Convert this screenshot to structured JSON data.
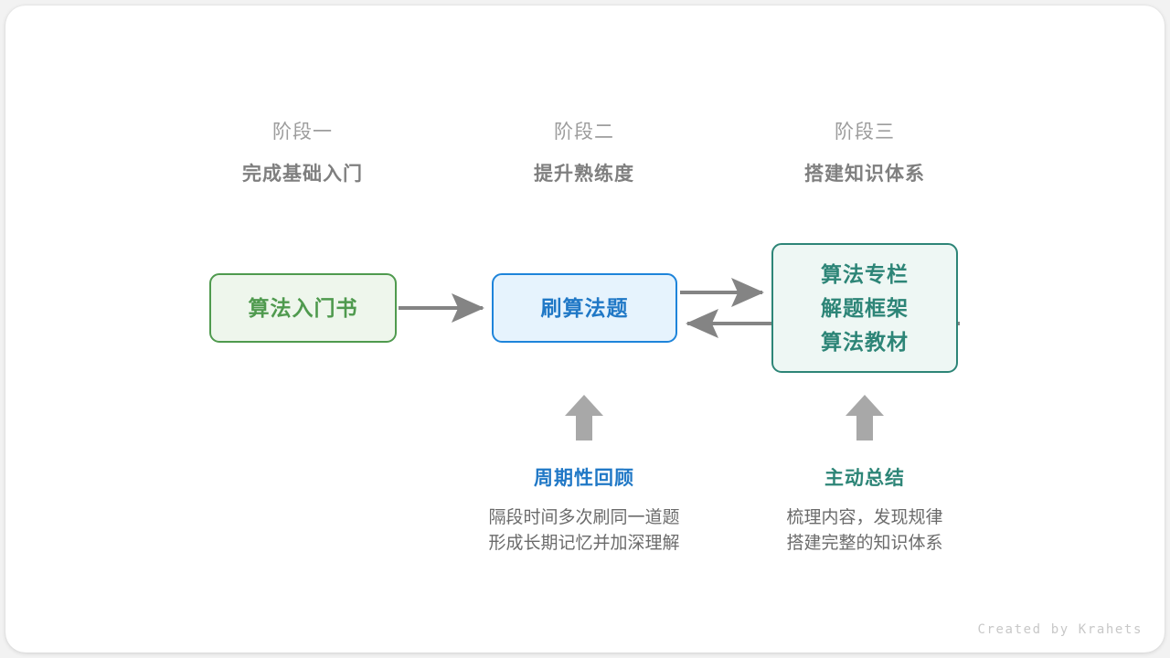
{
  "canvas": {
    "background": "#f2f2f2",
    "card_background": "#ffffff"
  },
  "stages": [
    {
      "label": "阶段一",
      "title": "完成基础入门"
    },
    {
      "label": "阶段二",
      "title": "提升熟练度"
    },
    {
      "label": "阶段三",
      "title": "搭建知识体系"
    }
  ],
  "nodes": [
    {
      "id": "book",
      "lines": [
        "算法入门书"
      ],
      "text_color": "#4f9a4e",
      "border_color": "#4f9a4e",
      "fill_color": "#eef6ec"
    },
    {
      "id": "practice",
      "lines": [
        "刷算法题"
      ],
      "text_color": "#2078c6",
      "border_color": "#1e84da",
      "fill_color": "#e6f3fd"
    },
    {
      "id": "resources",
      "lines": [
        "算法专栏",
        "解题框架",
        "算法教材"
      ],
      "text_color": "#2d8577",
      "border_color": "#2d8577",
      "fill_color": "#eef7f4"
    }
  ],
  "connectors": {
    "color": "#848484",
    "book_to_practice": "arrow-right",
    "practice_to_resources": "arrow-right",
    "resources_to_practice": "arrow-left",
    "up_arrow_practice": "arrow-up",
    "up_arrow_resources": "arrow-up"
  },
  "captions": [
    {
      "id": "review",
      "title": "周期性回顾",
      "title_color": "#2078c6",
      "body_lines": [
        "隔段时间多次刷同一道题",
        "形成长期记忆并加深理解"
      ]
    },
    {
      "id": "summary",
      "title": "主动总结",
      "title_color": "#2d8577",
      "body_lines": [
        "梳理内容，发现规律",
        "搭建完整的知识体系"
      ]
    }
  ],
  "credit": "Created by Krahets"
}
